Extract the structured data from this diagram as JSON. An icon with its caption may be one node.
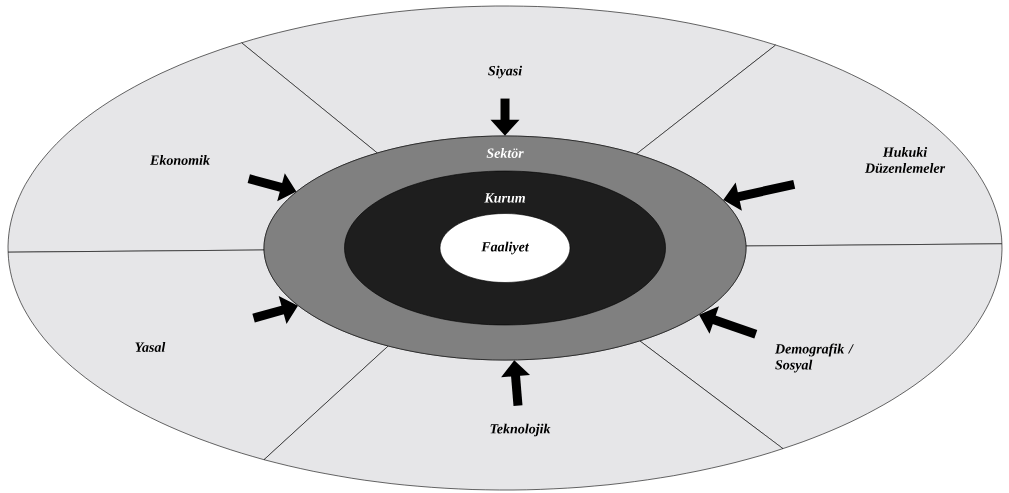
{
  "diagram": {
    "nodes": [
      {
        "text": [
          "Siyasi"
        ]
      },
      {
        "text": [
          "Hukuki Düzenlemeler"
        ]
      },
      {
        "text": [
          "Ekonomik"
        ]
      },
      {
        "text": [
          "Yasal"
        ]
      },
      {
        "text": [
          "Demografik / Sosyal"
        ]
      },
      {
        "text": [
          "Teknolojik"
        ]
      },
      {
        "text": [
          "Sektör"
        ]
      },
      {
        "text": [
          "Kurum"
        ],
        "in": 6
      },
      {
        "text": [
          "Faaliyet"
        ],
        "in": 7
      }
    ],
    "edges": [
      {
        "from": 0,
        "to": 6,
        "arrow": "to"
      },
      {
        "from": 1,
        "to": 6,
        "arrow": "to"
      },
      {
        "from": 2,
        "to": 6,
        "arrow": "to"
      },
      {
        "from": 3,
        "to": 6,
        "arrow": "to"
      },
      {
        "from": 4,
        "to": 6,
        "arrow": "to"
      },
      {
        "from": 5,
        "to": 6,
        "arrow": "to"
      }
    ]
  }
}
